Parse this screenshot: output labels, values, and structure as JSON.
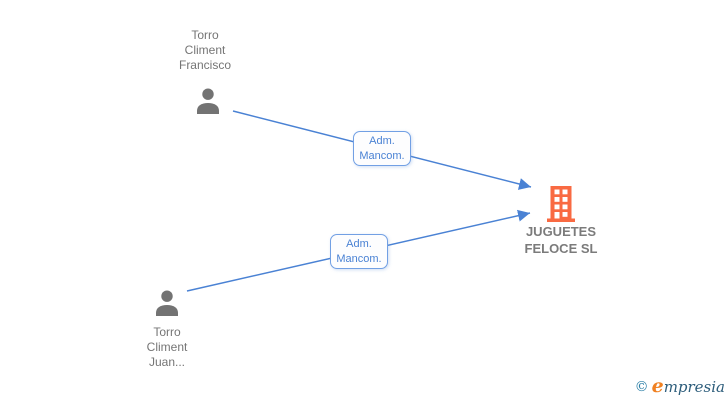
{
  "diagram": {
    "nodes": [
      {
        "id": "person-torro-climent-francisco",
        "type": "person",
        "label": "Torro\nCliment\nFrancisco"
      },
      {
        "id": "person-torro-climent-juan",
        "type": "person",
        "label": "Torro\nCliment\nJuan..."
      },
      {
        "id": "company-juguetes-feloce-sl",
        "type": "company",
        "label": "JUGUETES\nFELOCE SL"
      }
    ],
    "edges": [
      {
        "from": "person-torro-climent-francisco",
        "to": "company-juguetes-feloce-sl",
        "label": "Adm.\nMancom."
      },
      {
        "from": "person-torro-climent-juan",
        "to": "company-juguetes-feloce-sl",
        "label": "Adm.\nMancom."
      }
    ]
  },
  "colors": {
    "edge_line": "#4a82d4",
    "edge_label_border": "#72a0e4",
    "edge_label_text": "#4a82d4",
    "person_icon": "#737373",
    "company_icon": "#f96a42",
    "person_text": "#757575",
    "company_text": "#7b7b7b",
    "logo_copyright": "#2e81a8",
    "logo_e": "#f08122",
    "logo_rest": "#2d5d7b"
  },
  "footer": {
    "copyright": "©",
    "brand_initial": "e",
    "brand_rest": "mpresia"
  }
}
